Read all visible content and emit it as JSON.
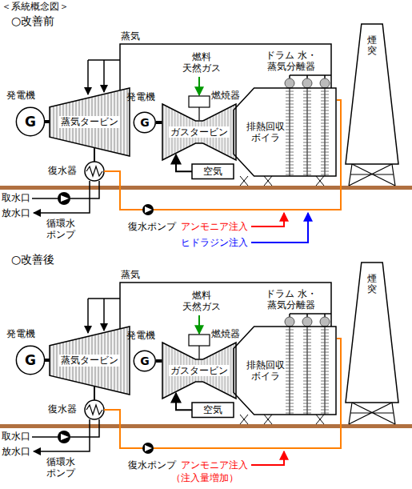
{
  "diagram": {
    "title": "＜系統概念図＞",
    "nodes": [
      {
        "text": [
          "G"
        ]
      },
      {
        "text": [
          "蒸気タービン"
        ]
      },
      {
        "text": [
          "G"
        ]
      },
      {
        "text": [
          "ガスタービン"
        ]
      },
      {
        "text": [
          "排熱回収 ボイラ"
        ]
      },
      {
        "text": [
          "煙突"
        ]
      },
      {
        "text": [
          "空気"
        ]
      },
      {
        "text": [
          "G"
        ]
      },
      {
        "text": [
          "蒸気タービン"
        ]
      },
      {
        "text": [
          "G"
        ]
      },
      {
        "text": [
          "ガスタービン"
        ]
      },
      {
        "text": [
          "排熱回収 ボイラ"
        ]
      },
      {
        "text": [
          "煙突"
        ]
      },
      {
        "text": [
          "空気"
        ]
      }
    ],
    "edges": [
      {
        "from": 4,
        "to": 1,
        "label": "蒸気",
        "arrow": "none"
      },
      {
        "from": 0,
        "to": 1,
        "arrow": "none"
      },
      {
        "from": 2,
        "to": 3,
        "arrow": "none"
      },
      {
        "from": 6,
        "to": 3,
        "arrow": "to"
      },
      {
        "from": 11,
        "to": 8,
        "label": "蒸気",
        "arrow": "none"
      },
      {
        "from": 7,
        "to": 8,
        "arrow": "none"
      },
      {
        "from": 9,
        "to": 10,
        "arrow": "none"
      },
      {
        "from": 13,
        "to": 10,
        "arrow": "to"
      }
    ],
    "labels": [
      "○改善前",
      "燃料 天然ガス",
      "燃焼器",
      "ドラム 水・蒸気分離器",
      "発電機",
      "発電機",
      "復水器",
      "取水口",
      "放水口",
      "循環水 ポンプ",
      "復水ポンプ",
      "アンモニア注入",
      "ヒドラジン注入",
      "○改善後",
      "燃料 天然ガス",
      "燃焼器",
      "ドラム 水・蒸気分離器",
      "発電機",
      "発電機",
      "復水器",
      "取水口",
      "放水口",
      "循環水 ポンプ",
      "復水ポンプ",
      "アンモニア注入",
      "（注入量増加）"
    ]
  }
}
